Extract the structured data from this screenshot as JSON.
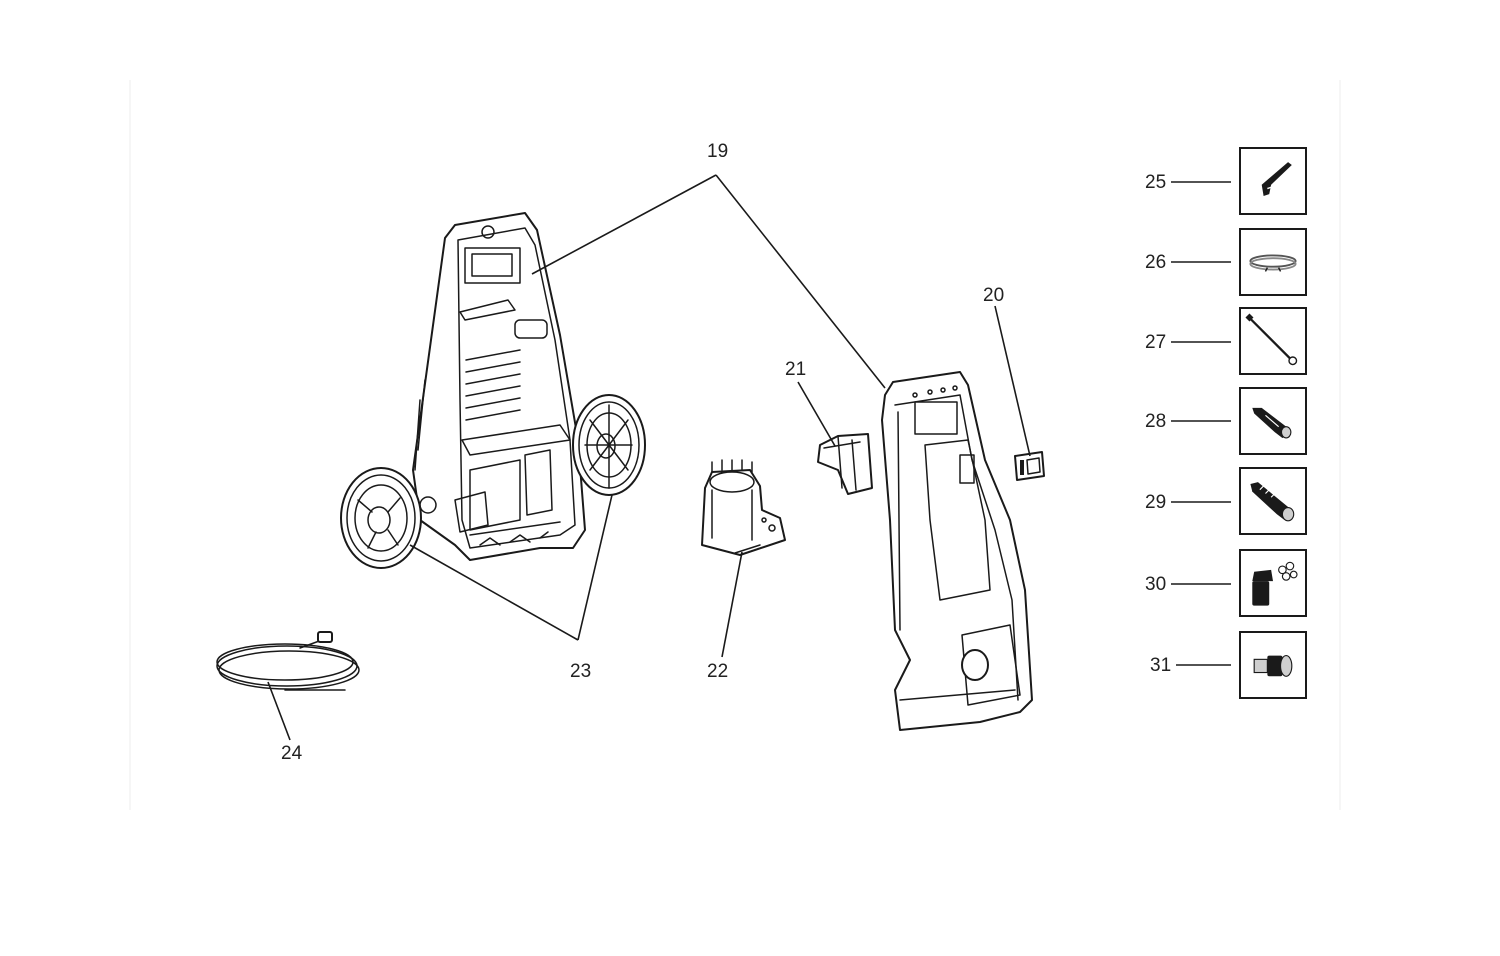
{
  "callouts": [
    {
      "id": "19",
      "label": "19"
    },
    {
      "id": "20",
      "label": "20"
    },
    {
      "id": "21",
      "label": "21"
    },
    {
      "id": "22",
      "label": "22"
    },
    {
      "id": "23",
      "label": "23"
    },
    {
      "id": "24",
      "label": "24"
    }
  ],
  "accessories": [
    {
      "label": "25",
      "icon": "spray-gun-icon"
    },
    {
      "label": "26",
      "icon": "hose-coil-icon"
    },
    {
      "label": "27",
      "icon": "lance-icon"
    },
    {
      "label": "28",
      "icon": "nozzle-icon"
    },
    {
      "label": "29",
      "icon": "turbo-nozzle-icon"
    },
    {
      "label": "30",
      "icon": "foam-bottle-icon"
    },
    {
      "label": "31",
      "icon": "hose-connector-icon"
    }
  ]
}
